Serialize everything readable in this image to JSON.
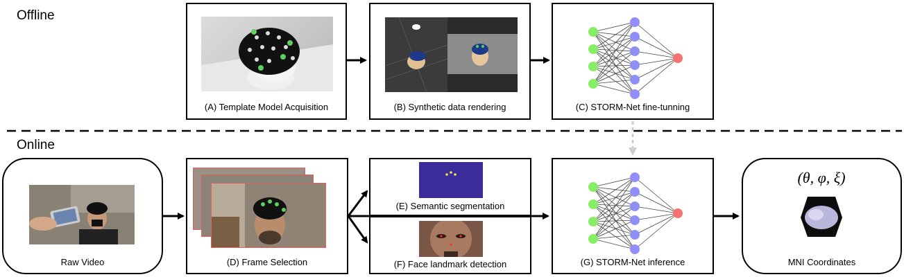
{
  "sections": {
    "offline_label": "Offline",
    "online_label": "Online"
  },
  "steps": {
    "a": "(A) Template Model Acquisition",
    "b": "(B) Synthetic data rendering",
    "c": "(C) STORM-Net fine-tunning",
    "raw": "Raw Video",
    "d": "(D) Frame Selection",
    "e": "(E) Semantic segmentation",
    "f": "(F) Face landmark detection",
    "g": "(G) STORM-Net inference",
    "mni": "MNI Coordinates"
  },
  "output_formula": "(θ, φ, ξ)",
  "colors": {
    "input_node": "#88ee66",
    "hidden_node": "#8f8ff5",
    "output_node": "#f47272",
    "segmentation_bg": "#3a2d9a",
    "frame_border": "#e06060"
  }
}
